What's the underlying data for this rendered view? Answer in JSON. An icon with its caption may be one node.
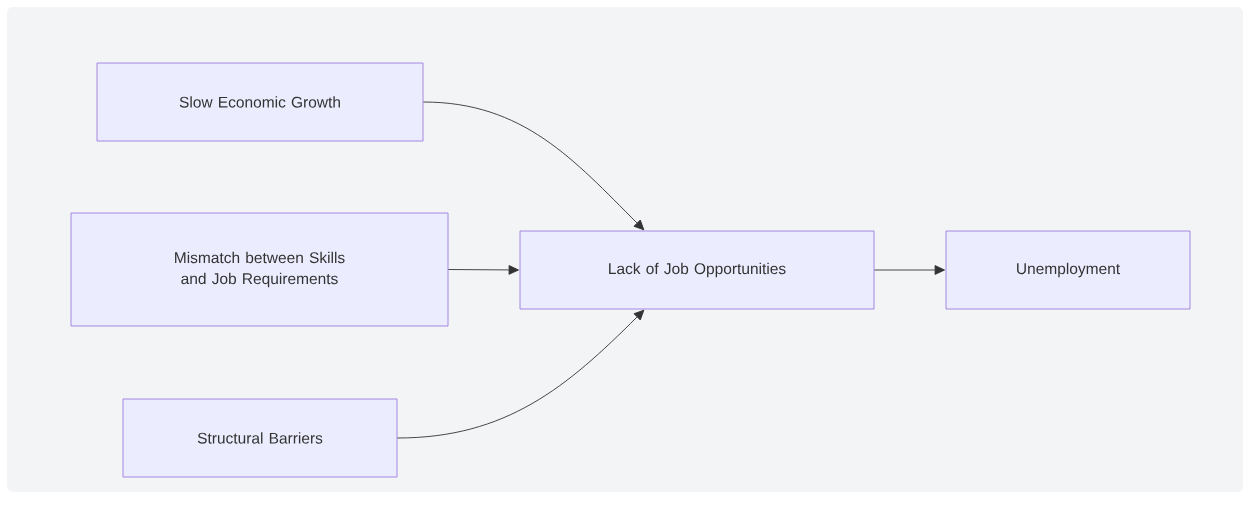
{
  "diagram": {
    "nodes": [
      {
        "text": [
          "Slow Economic Growth"
        ]
      },
      {
        "text": [
          "Mismatch between Skills and Job Requirements"
        ]
      },
      {
        "text": [
          "Structural Barriers"
        ]
      },
      {
        "text": [
          "Lack of Job Opportunities"
        ]
      },
      {
        "text": [
          "Unemployment"
        ]
      }
    ],
    "edges": [
      {
        "from": 0,
        "to": 3,
        "arrow": "to"
      },
      {
        "from": 1,
        "to": 3,
        "arrow": "to"
      },
      {
        "from": 2,
        "to": 3,
        "arrow": "to"
      },
      {
        "from": 3,
        "to": 4,
        "arrow": "to"
      }
    ]
  }
}
